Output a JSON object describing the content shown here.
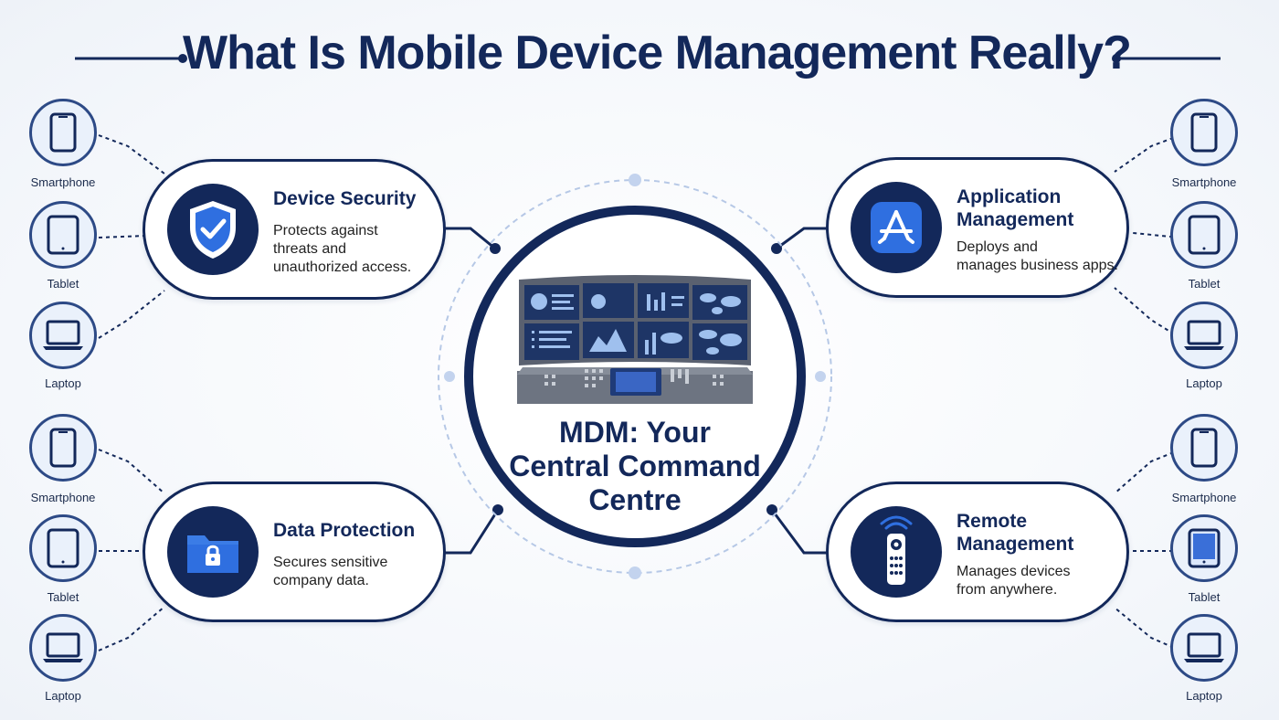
{
  "title": "What Is Mobile Device Management Really?",
  "center": {
    "line1": "MDM: Your",
    "line2": "Central Command",
    "line3": "Centre"
  },
  "features": [
    {
      "title_line1": "Device Security",
      "title_line2": "",
      "desc_line1": "Protects against",
      "desc_line2": "threats and",
      "desc_line3": "unauthorized access.",
      "icon": "shield-check-icon"
    },
    {
      "title_line1": "Application",
      "title_line2": "Management",
      "desc_line1": "Deploys and",
      "desc_line2": "manages business apps.",
      "desc_line3": "",
      "icon": "app-store-icon"
    },
    {
      "title_line1": "Data Protection",
      "title_line2": "",
      "desc_line1": "Secures sensitive",
      "desc_line2": "company data.",
      "desc_line3": "",
      "icon": "locked-folder-icon"
    },
    {
      "title_line1": "Remote",
      "title_line2": "Management",
      "desc_line1": "Manages devices",
      "desc_line2": "from anywhere.",
      "desc_line3": "",
      "icon": "remote-control-icon"
    }
  ],
  "device_labels": {
    "smartphone": "Smartphone",
    "tablet": "Tablet",
    "laptop": "Laptop"
  },
  "colors": {
    "navy": "#13285a",
    "accent_blue": "#2f6fe0",
    "light_circle": "#eaf1fb"
  }
}
